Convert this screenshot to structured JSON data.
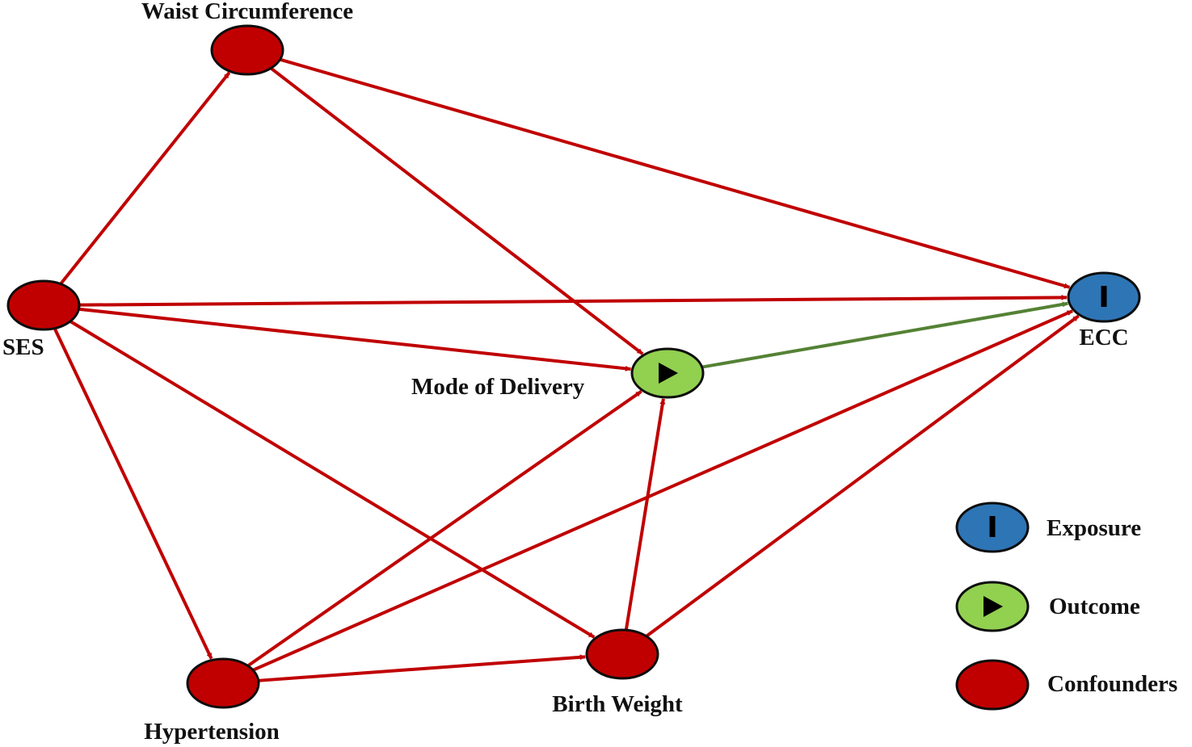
{
  "colors": {
    "confounder_fill": "#c00000",
    "exposure_fill": "#2e75b6",
    "outcome_fill": "#92d050",
    "node_stroke": "#0d0d0d",
    "edge_red": "#c00000",
    "edge_green": "#548235"
  },
  "nodes": {
    "waist": {
      "label": "Waist Circumference",
      "role": "confounder"
    },
    "ses": {
      "label": "SES",
      "role": "confounder"
    },
    "ecc": {
      "label": "ECC",
      "role": "exposure",
      "icon": "exposure-bar-icon"
    },
    "mode": {
      "label": "Mode of Delivery",
      "role": "outcome",
      "icon": "play-triangle-icon"
    },
    "hyper": {
      "label": "Hypertension",
      "role": "confounder"
    },
    "birth": {
      "label": "Birth Weight",
      "role": "confounder"
    }
  },
  "edges": [
    {
      "from": "ses",
      "to": "waist",
      "color": "red"
    },
    {
      "from": "ses",
      "to": "ecc",
      "color": "red"
    },
    {
      "from": "ses",
      "to": "mode",
      "color": "red"
    },
    {
      "from": "ses",
      "to": "hyper",
      "color": "red"
    },
    {
      "from": "ses",
      "to": "birth",
      "color": "red"
    },
    {
      "from": "waist",
      "to": "ecc",
      "color": "red"
    },
    {
      "from": "waist",
      "to": "mode",
      "color": "red"
    },
    {
      "from": "mode",
      "to": "ecc",
      "color": "green"
    },
    {
      "from": "hyper",
      "to": "mode",
      "color": "red"
    },
    {
      "from": "hyper",
      "to": "ecc",
      "color": "red"
    },
    {
      "from": "hyper",
      "to": "birth",
      "color": "red"
    },
    {
      "from": "birth",
      "to": "mode",
      "color": "red"
    },
    {
      "from": "birth",
      "to": "ecc",
      "color": "red"
    }
  ],
  "legend": {
    "exposure": "Exposure",
    "outcome": "Outcome",
    "confounders": "Confounders"
  }
}
